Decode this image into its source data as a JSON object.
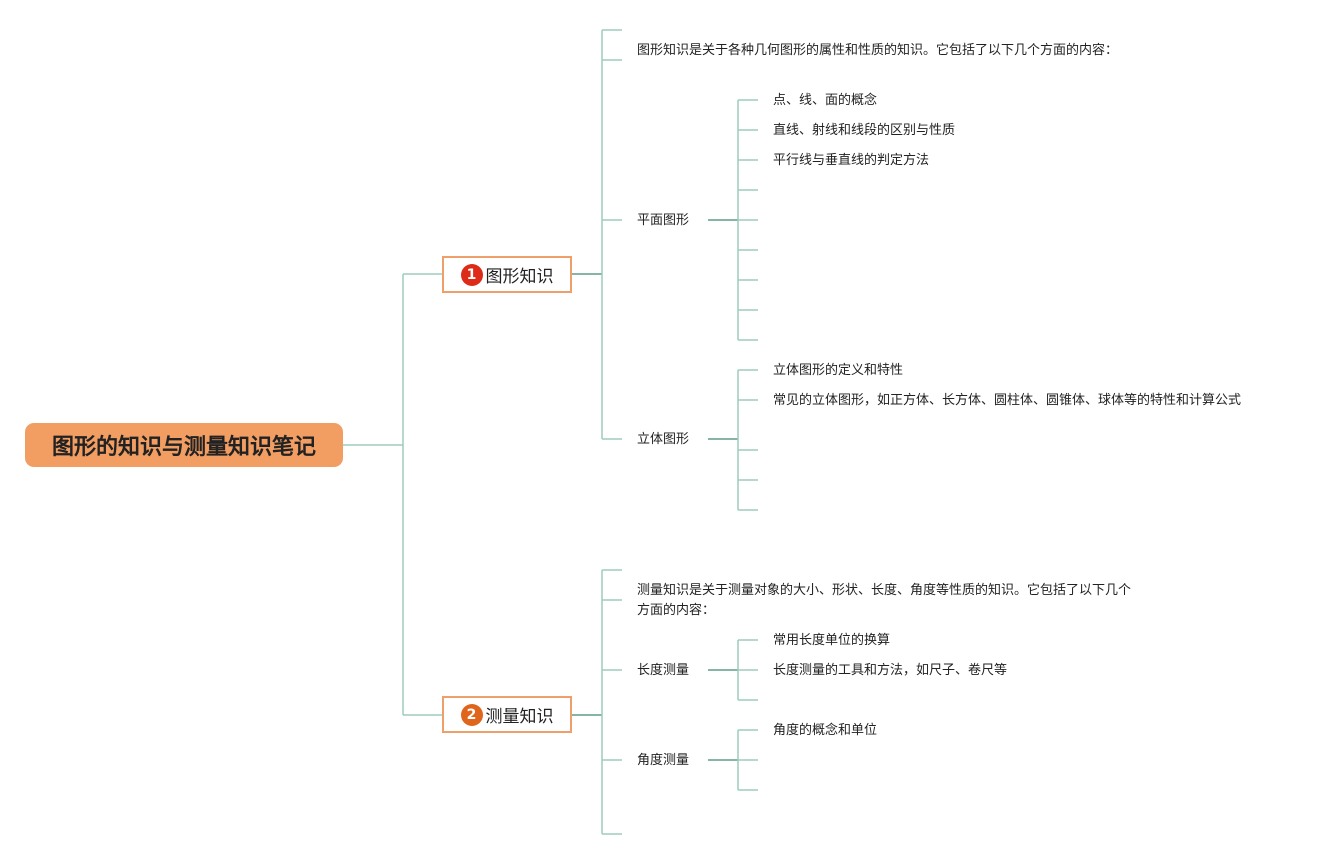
{
  "root": {
    "title": "图形的知识与测量知识笔记"
  },
  "branches": [
    {
      "badge": "1",
      "badge_color": "#dd2b17",
      "label": "图形知识",
      "intro": "图形知识是关于各种几何图形的属性和性质的知识。它包括了以下几个方面的内容：",
      "topics": [
        {
          "label": "平面图形",
          "items": [
            "点、线、面的概念",
            "直线、射线和线段的区别与性质",
            "平行线与垂直线的判定方法",
            "",
            "",
            "",
            "",
            "",
            ""
          ]
        },
        {
          "label": "立体图形",
          "items": [
            "立体图形的定义和特性",
            "常见的立体图形，如正方体、长方体、圆柱体、圆锥体、球体等的特性和计算公式",
            "",
            "",
            ""
          ]
        }
      ]
    },
    {
      "badge": "2",
      "badge_color": "#e0651c",
      "label": "测量知识",
      "intro": "测量知识是关于测量对象的大小、形状、长度、角度等性质的知识。它包括了以下几个方面的内容：",
      "topics": [
        {
          "label": "长度测量",
          "items": [
            "常用长度单位的换算",
            "长度测量的工具和方法，如尺子、卷尺等",
            ""
          ]
        },
        {
          "label": "角度测量",
          "items": [
            "角度的概念和单位",
            "",
            ""
          ]
        }
      ]
    }
  ],
  "colors": {
    "root_fill": "#f29e62",
    "branch_border": "#ef9f69",
    "connector": "#9fcbbd",
    "connector_dark": "#5e9b87"
  }
}
